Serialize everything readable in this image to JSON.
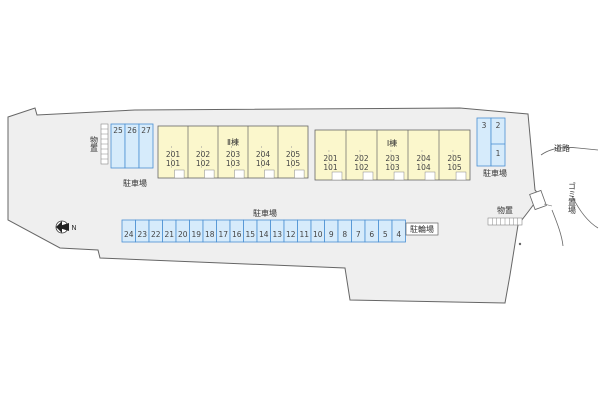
{
  "colors": {
    "site_fill": "#efefef",
    "outline": "#666666",
    "building_fill": "#fbf7cc",
    "parking_fill": "#d6ebfb",
    "parking_stroke": "#4a8fd3"
  },
  "labels": {
    "storage_left": "物置",
    "parking_top_left": "駐車場",
    "building_ii": "Ⅱ棟",
    "building_i": "Ⅰ棟",
    "parking_right": "駐車場",
    "road": "道路",
    "storage_right": "物置",
    "garbage": "ゴミ置場",
    "parking_bottom": "駐車場",
    "bicycle": "駐輪場"
  },
  "compass": {
    "north": "N",
    "icon": "north-arrow-icon"
  },
  "parking_left_slots": [
    "25",
    "26",
    "27"
  ],
  "parking_right_slots": {
    "top": [
      "3",
      "2"
    ],
    "single": "1"
  },
  "parking_bottom_slots": [
    "24",
    "23",
    "22",
    "21",
    "20",
    "19",
    "18",
    "17",
    "16",
    "15",
    "14",
    "13",
    "12",
    "11",
    "10",
    "9",
    "8",
    "7",
    "6",
    "5",
    "4"
  ],
  "building_ii_units": [
    {
      "upper": "201",
      "lower": "101"
    },
    {
      "upper": "202",
      "lower": "102"
    },
    {
      "upper": "203",
      "lower": "103"
    },
    {
      "upper": "204",
      "lower": "104"
    },
    {
      "upper": "205",
      "lower": "105"
    }
  ],
  "building_i_units": [
    {
      "upper": "201",
      "lower": "101"
    },
    {
      "upper": "202",
      "lower": "102"
    },
    {
      "upper": "203",
      "lower": "103"
    },
    {
      "upper": "204",
      "lower": "104"
    },
    {
      "upper": "205",
      "lower": "105"
    }
  ]
}
